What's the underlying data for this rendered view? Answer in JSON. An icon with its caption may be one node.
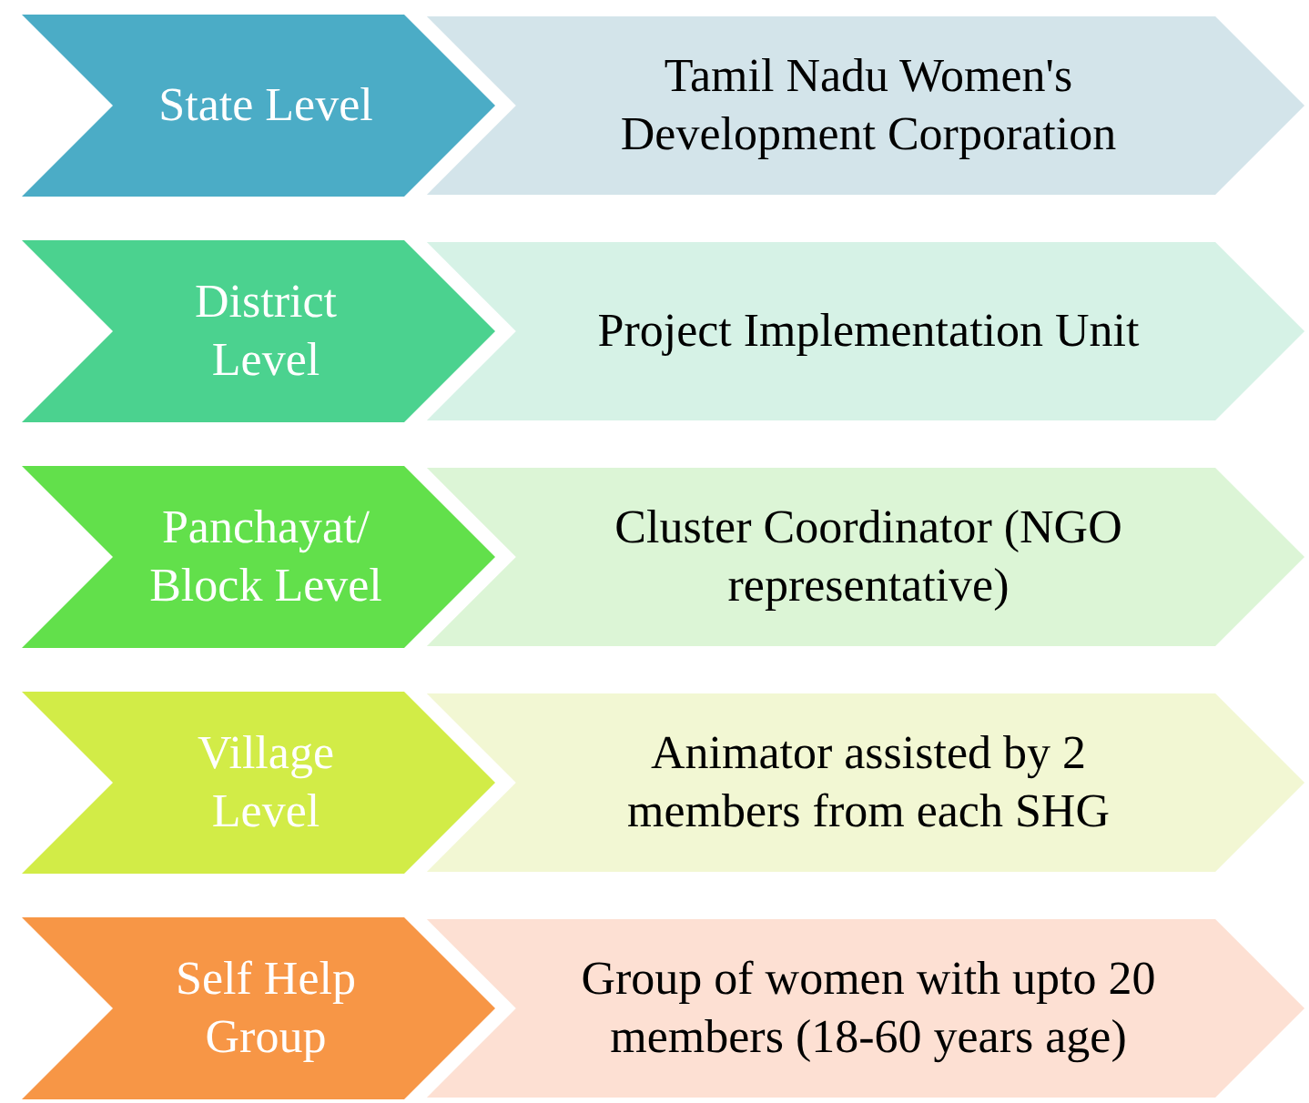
{
  "diagram": {
    "nodes": [
      {
        "text": [
          "State Level"
        ]
      },
      {
        "text": [
          "Tamil Nadu Women's Development Corporation"
        ]
      },
      {
        "text": [
          "District Level"
        ]
      },
      {
        "text": [
          "Project Implementation Unit"
        ]
      },
      {
        "text": [
          "Panchayat/ Block Level"
        ]
      },
      {
        "text": [
          "Cluster Coordinator (NGO representative)"
        ]
      },
      {
        "text": [
          "Village Level"
        ]
      },
      {
        "text": [
          "Animator assisted by 2 members from each SHG"
        ]
      },
      {
        "text": [
          "Self Help Group"
        ]
      },
      {
        "text": [
          "Group of women with upto 20 members (18-60 years age)"
        ]
      }
    ]
  }
}
